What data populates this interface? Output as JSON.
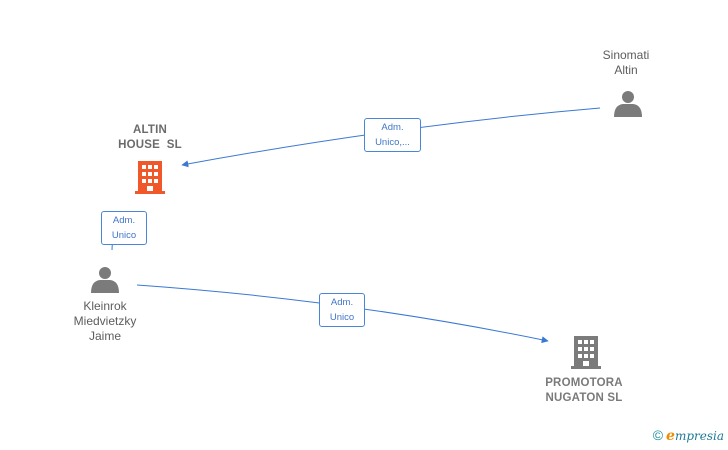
{
  "nodes": {
    "sinomati": {
      "lines": [
        "Sinomati",
        "Altin"
      ]
    },
    "altin_house": {
      "lines": [
        "ALTIN",
        "HOUSE  SL"
      ]
    },
    "kleinrok": {
      "lines": [
        "Kleinrok",
        "Miedvietzky",
        "Jaime"
      ]
    },
    "promotora": {
      "lines": [
        "PROMOTORA",
        "NUGATON SL"
      ]
    }
  },
  "edges": {
    "sinomati_altin": {
      "lines": [
        "Adm.",
        "Unico,..."
      ]
    },
    "kleinrok_altin": {
      "lines": [
        "Adm.",
        "Unico"
      ]
    },
    "kleinrok_promotora": {
      "lines": [
        "Adm.",
        "Unico"
      ]
    }
  },
  "colors": {
    "edge": "#3a78d4",
    "person_icon": "#7b7b7b",
    "company_main": "#f0582a",
    "company_other": "#7b7b7b"
  },
  "footer": {
    "copyright": "©",
    "brand_initial": "e",
    "brand_rest": "mpresia"
  }
}
